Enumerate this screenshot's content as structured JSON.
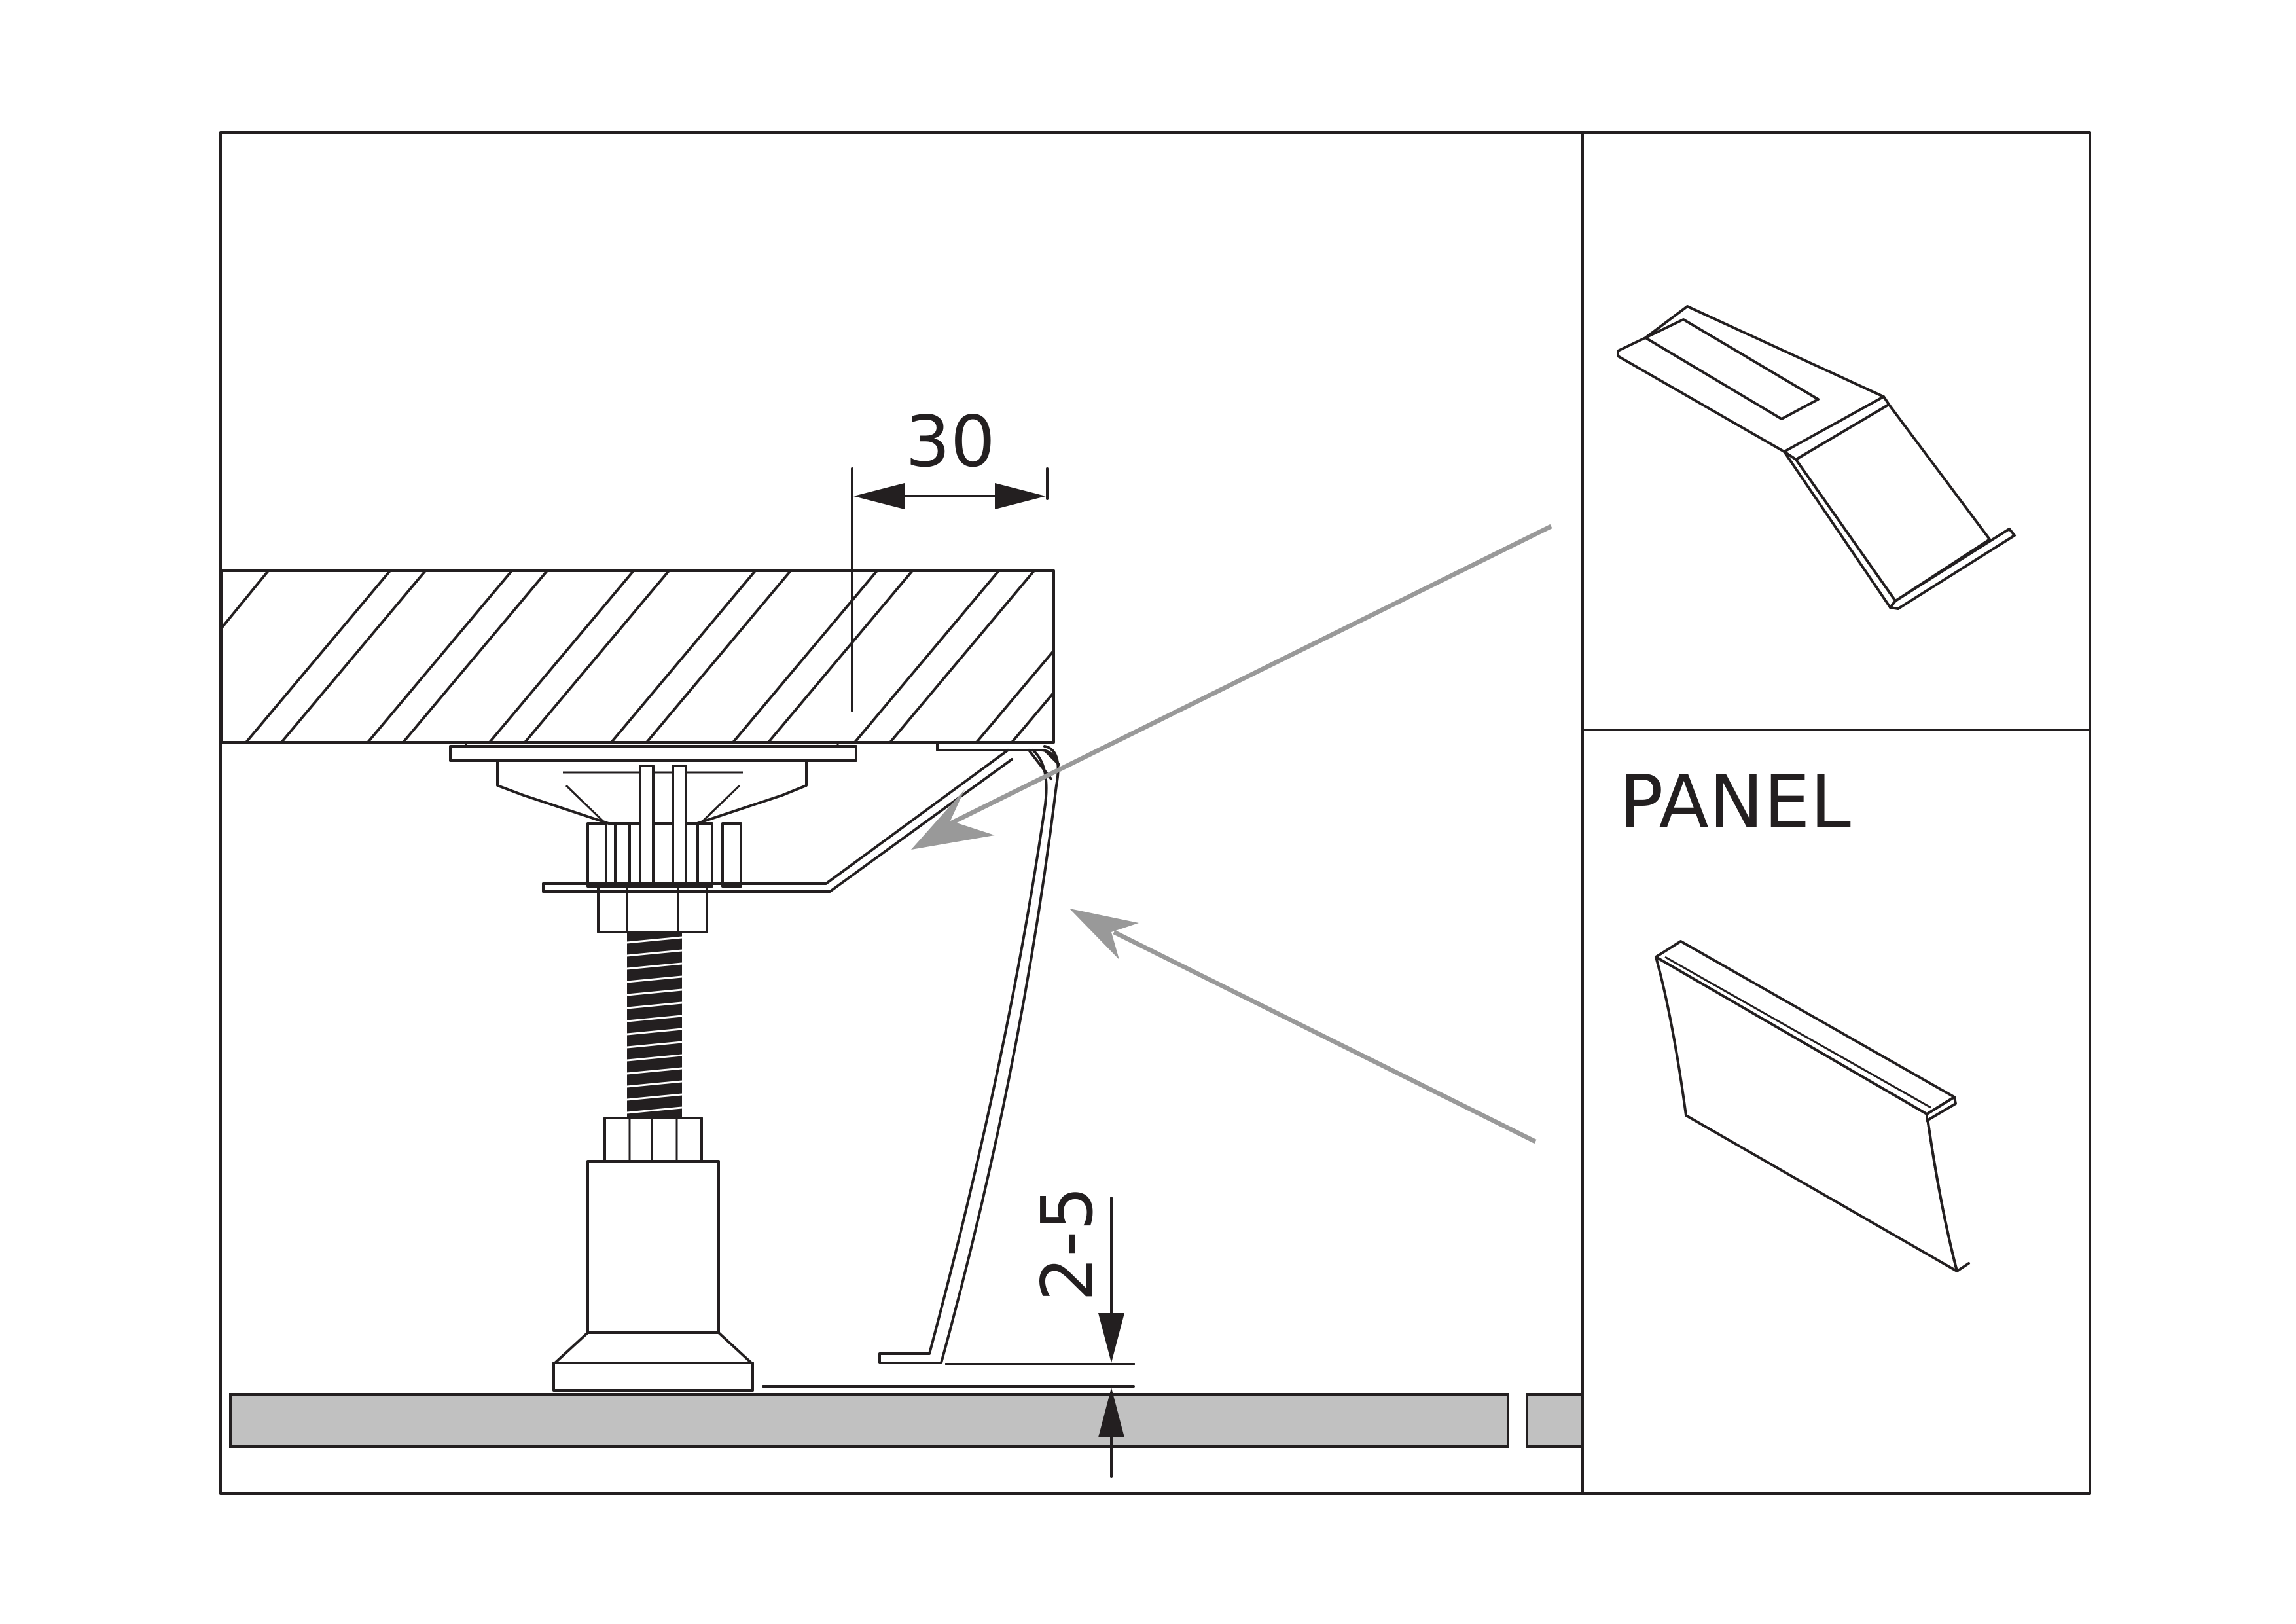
{
  "dimensions": {
    "overhang": "30",
    "gap": "2-5"
  },
  "labels": {
    "panel": "PANEL"
  },
  "colors": {
    "line": "#231f20",
    "arrow": "#999999",
    "floor": "#c1c1c1",
    "background": "#ffffff"
  }
}
